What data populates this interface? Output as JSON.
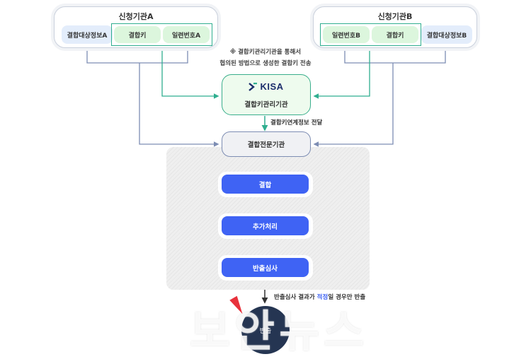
{
  "org_a": {
    "title": "신청기관A",
    "chips": [
      {
        "label": "결합대상정보A",
        "kind": "target-info"
      },
      {
        "label": "결합키",
        "kind": "combine-key"
      },
      {
        "label": "일련번호A",
        "kind": "serial"
      }
    ]
  },
  "org_b": {
    "title": "신청기관B",
    "chips": [
      {
        "label": "일련번호B",
        "kind": "serial"
      },
      {
        "label": "결합키",
        "kind": "combine-key"
      },
      {
        "label": "결합대상정보B",
        "kind": "target-info"
      }
    ]
  },
  "note": {
    "line1": "※ 결합키관리기관을 통해서",
    "line2": "협의된 방법으로 생성한 결합키 전송"
  },
  "kisa": {
    "logo_text": "KISA",
    "label": "결합키관리기관"
  },
  "relay_label": "결합키연계정보 전달",
  "expert": {
    "label": "결합전문기관"
  },
  "steps": [
    {
      "label": "결합"
    },
    {
      "label": "추가처리"
    },
    {
      "label": "반출심사"
    }
  ],
  "export_note": {
    "before": "반출심사 결과가 ",
    "highlight": "적정",
    "after": "일 경우만 반출"
  },
  "final": {
    "label": "반출"
  },
  "watermark": {
    "text": "보안뉴스"
  },
  "colors": {
    "teal_line": "#2fae8f",
    "slate_line": "#7d8db3",
    "step_blue": "#3f63f4",
    "final_navy": "#253552",
    "highlight_blue": "#3f63f4"
  }
}
